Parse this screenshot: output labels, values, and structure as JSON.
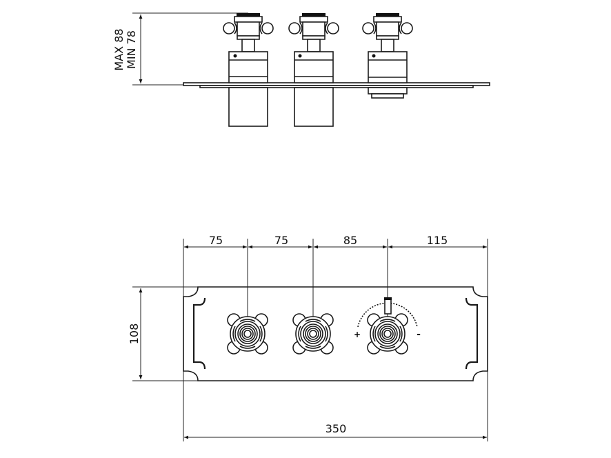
{
  "drawing": {
    "side_view": {
      "height_label_max": "MAX 88",
      "height_label_min": "MIN 78"
    },
    "front_view": {
      "spacing_dimensions": [
        "75",
        "75",
        "85",
        "115"
      ],
      "height_dimension": "108",
      "width_dimension": "350",
      "thermostat_plus": "+",
      "thermostat_minus": "-"
    }
  }
}
